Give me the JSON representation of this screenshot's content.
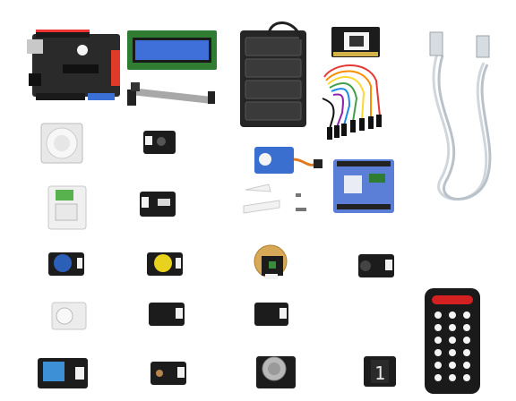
{
  "lcd": {
    "text": ""
  },
  "seven_segment": {
    "digit": "1"
  },
  "colors": {
    "arduino_pcb": "#2a2a2a",
    "lcd_frame": "#2e7d32",
    "lcd_screen": "#3f6fd8",
    "module_pcb": "#1c1c1c",
    "connector_white": "#f2f2f2",
    "pot_blue": "#2c5fb8",
    "button_yellow": "#e8d21e",
    "dht_blue": "#3d8fd6",
    "servo_blue": "#3a6fd0",
    "shield_blue": "#5b7fd6",
    "remote_black": "#1a1a1a",
    "remote_red": "#d42020",
    "usb_cable": "#cfd6dc"
  },
  "components": [
    "arduino-board",
    "lcd-display",
    "ribbon-cable",
    "battery-holder",
    "jumper-wires",
    "motor-driver-module",
    "usb-cable",
    "pir-sensor",
    "button-module",
    "relay-module",
    "tilt-module",
    "servo-motor",
    "io-expansion-shield",
    "potentiometer-module",
    "push-button-module",
    "piezo-buzzer",
    "sound-sensor-module",
    "rotation-module",
    "led-module",
    "ir-receiver-module",
    "ir-remote",
    "humidity-sensor",
    "light-sensor",
    "gas-sensor",
    "seven-segment-display"
  ]
}
